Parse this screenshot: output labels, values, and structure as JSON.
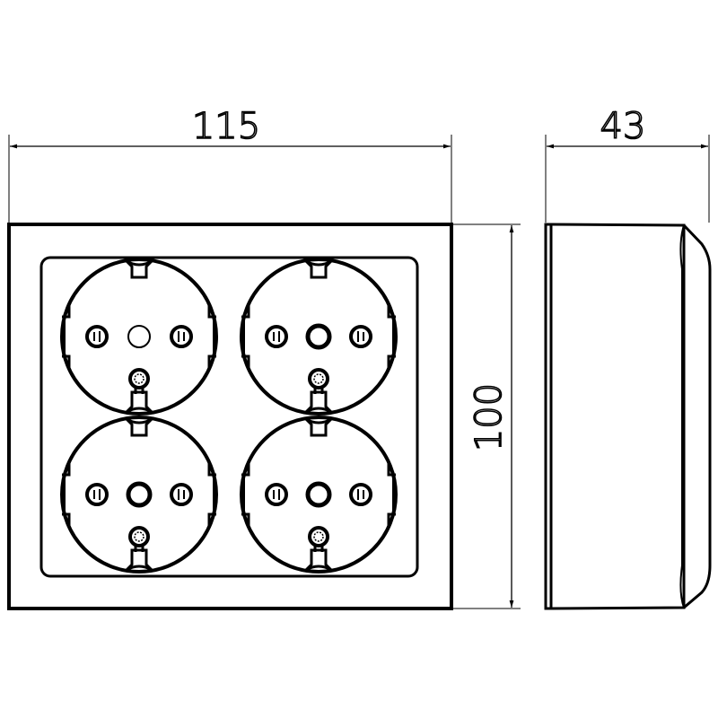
{
  "dimensions": {
    "width": "115",
    "depth": "43",
    "height": "100"
  },
  "views": [
    "front-view",
    "side-view"
  ],
  "sockets": [
    {
      "id": "top-left",
      "center_style": "open"
    },
    {
      "id": "top-right",
      "center_style": "filled"
    },
    {
      "id": "bottom-left",
      "center_style": "filled"
    },
    {
      "id": "bottom-right",
      "center_style": "filled"
    }
  ],
  "colors": {
    "line": "#000000",
    "background": "#ffffff"
  }
}
